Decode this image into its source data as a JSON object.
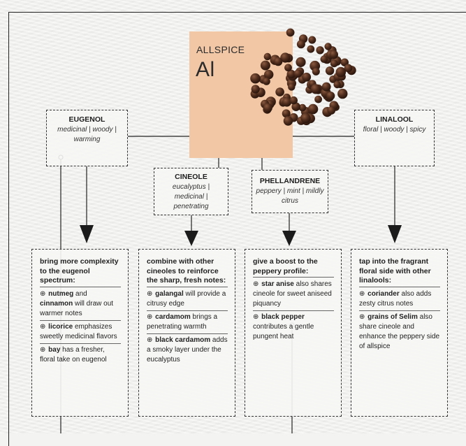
{
  "hero": {
    "label": "ALLSPICE",
    "symbol": "Al"
  },
  "compounds": [
    {
      "name": "EUGENOL",
      "desc": "medicinal | woody | warming"
    },
    {
      "name": "CINEOLE",
      "desc": "eucalyptus | medicinal | penetrating"
    },
    {
      "name": "PHELLANDRENE",
      "desc": "peppery | mint | mildly citrus"
    },
    {
      "name": "LINALOOL",
      "desc": "floral | woody | spicy"
    }
  ],
  "cards": [
    {
      "heading": "bring more complexity to the eugenol spectrum:",
      "items": [
        {
          "bold": [
            "nutmeg",
            "cinnamon"
          ],
          "text": "⊕ nutmeg and cinnamon will draw out warmer notes"
        },
        {
          "text": "⊕ licorice emphasizes sweetly medicinal flavors"
        },
        {
          "text": "⊕ bay has a fresher, floral take on eugenol"
        }
      ]
    },
    {
      "heading": "combine with other cineoles to reinforce the sharp, fresh notes:",
      "items": [
        {
          "text": "⊕ galangal will provide a citrusy edge"
        },
        {
          "text": "⊕ cardamom brings a penetrating warmth"
        },
        {
          "text": "⊕ black cardamom adds a smoky layer under the eucalyptus"
        }
      ]
    },
    {
      "heading": "give a boost to the peppery profile:",
      "items": [
        {
          "text": "⊕ star anise also shares cineole for sweet aniseed piquancy"
        },
        {
          "text": "⊕ black pepper contributes a gentle pungent heat"
        }
      ]
    },
    {
      "heading": "tap into the fragrant floral side with other linalools:",
      "items": [
        {
          "text": "⊕ coriander also adds zesty citrus notes"
        },
        {
          "text": "⊕ grains of Selim also share cineole and enhance the peppery side of allspice"
        }
      ]
    }
  ],
  "colors": {
    "hero_bg": "#f1c7a5",
    "berry": "#4a2a1c",
    "ink": "#1d1d1d"
  }
}
